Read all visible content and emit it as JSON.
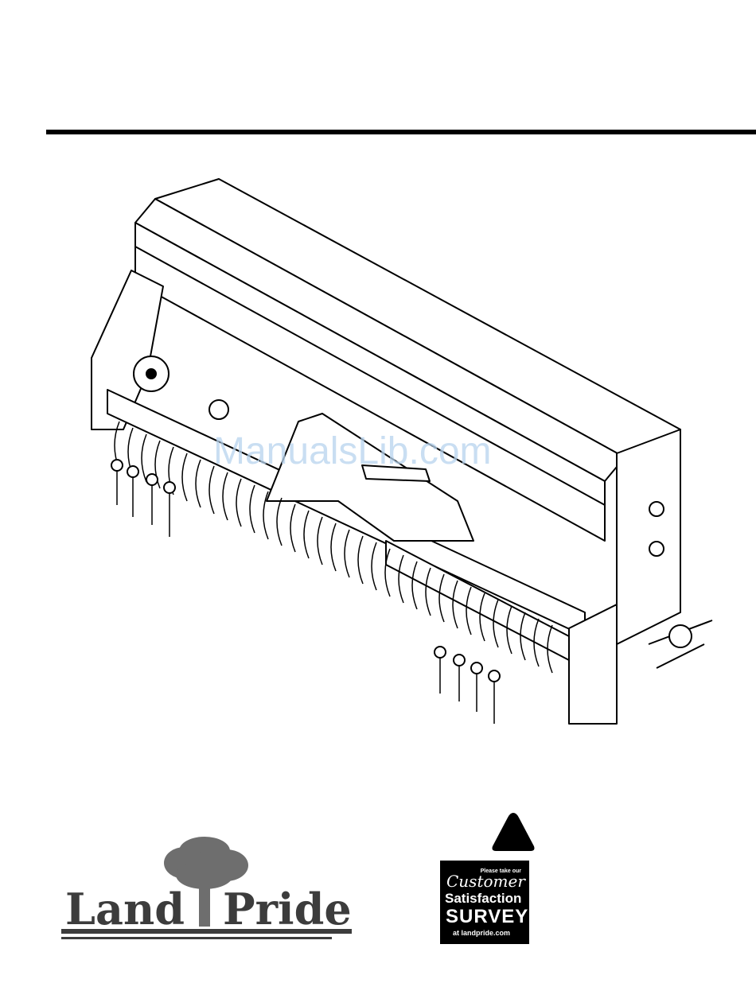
{
  "watermark": "ManualsLib.com",
  "logo": {
    "text_left": "Land",
    "text_right": "Pride",
    "brand": "Land Pride"
  },
  "survey": {
    "please": "Please take our",
    "customer": "Customer",
    "satisfaction": "Satisfaction",
    "survey": "SURVEY",
    "site": "at landpride.com"
  },
  "colors": {
    "rule": "#000000",
    "watermark": "#b8d4ee",
    "logo": "#3c3c3c",
    "logo_tree": "#6e6e6e"
  },
  "icons": {
    "warning": "warning-triangle-icon",
    "illustration": "seeder-machine-illustration"
  }
}
